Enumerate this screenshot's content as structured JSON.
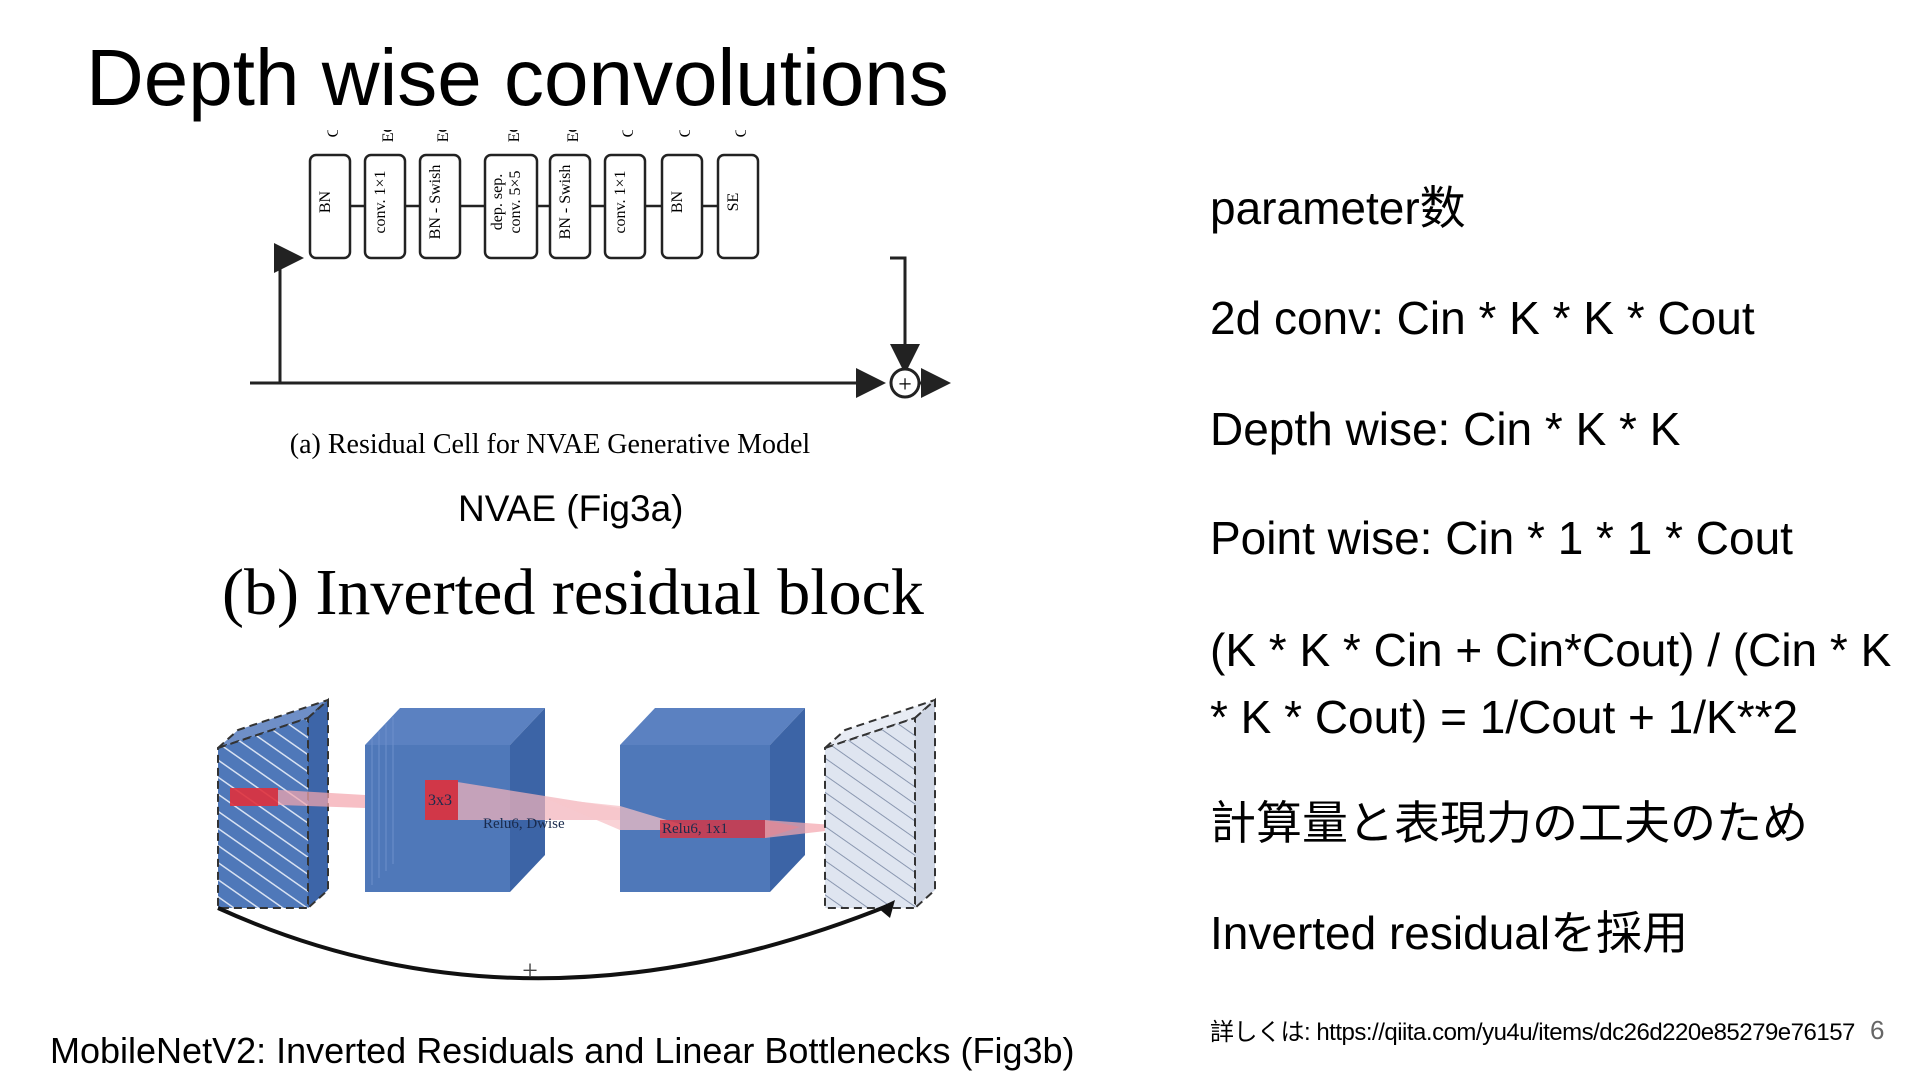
{
  "slide": {
    "title": "Depth wise convolutions",
    "page_number": "6"
  },
  "figure_a": {
    "channel_labels": [
      "C",
      "EC",
      "EC",
      "EC",
      "EC",
      "C",
      "C",
      "C"
    ],
    "blocks": [
      "BN",
      "conv. 1×1",
      "BN - Swish",
      "dep. sep.\nconv. 5×5",
      "BN - Swish",
      "conv. 1×1",
      "BN",
      "SE"
    ],
    "caption": "(a) Residual Cell for NVAE Generative Model",
    "sum_symbol": "+",
    "label": "NVAE (Fig3a)"
  },
  "figure_b": {
    "title": "(b) Inverted residual block",
    "labels": {
      "kernel": "3x3",
      "relu_dwise": "Relu6, Dwise",
      "relu_1x1": "Relu6, 1x1",
      "plus": "+"
    },
    "caption": "MobileNetV2: Inverted Residuals and Linear Bottlenecks (Fig3b)"
  },
  "text_panel": {
    "items": [
      "parameter数",
      "2d conv: Cin * K * K * Cout",
      "Depth wise: Cin * K * K",
      "Point wise: Cin * 1 * 1 * Cout",
      "(K * K * Cin + Cin*Cout) / (Cin * K * K * Cout) = 1/Cout + 1/K**2",
      "計算量と表現力の工夫のため",
      "Inverted residualを採用"
    ],
    "reference": "詳しくは: https://qiita.com/yu4u/items/dc26d220e85279e76157"
  },
  "colors": {
    "block_blue": "#4f78b9",
    "block_blue_dark": "#2e579c",
    "highlight_red": "#e0303c",
    "hatched_fill": "#dfe5f0"
  }
}
